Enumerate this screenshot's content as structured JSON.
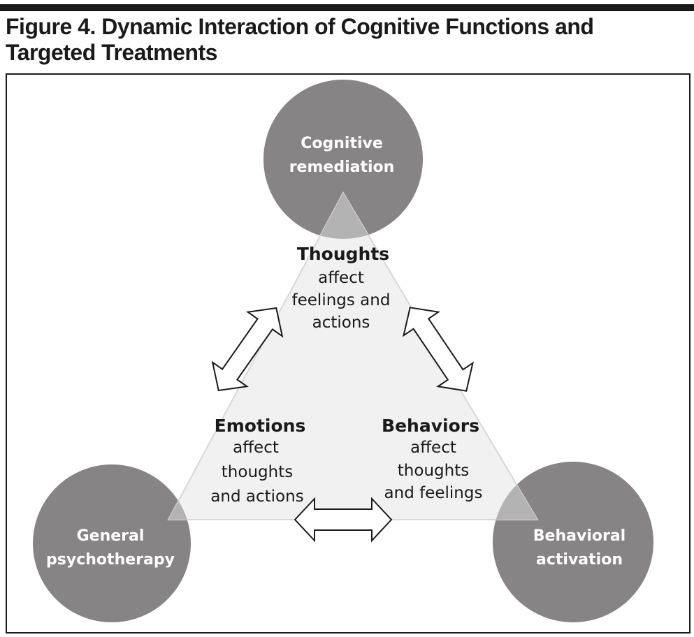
{
  "figure": {
    "title_line1": "Figure 4. Dynamic Interaction of Cognitive Functions and",
    "title_line2": "Targeted Treatments"
  },
  "colors": {
    "circle_fill": "#868485",
    "triangle_fill": "#f1f1f1",
    "overlap_fill": "#b3b3b3",
    "text_dark": "#1a1a1a",
    "text_light": "#ffffff"
  },
  "treatments": {
    "top": {
      "line1": "Cognitive",
      "line2": "remediation"
    },
    "left": {
      "line1": "General",
      "line2": "psychotherapy"
    },
    "right": {
      "line1": "Behavioral",
      "line2": "activation"
    }
  },
  "functions": {
    "thoughts": {
      "title": "Thoughts",
      "line1": "affect",
      "line2": "feelings and",
      "line3": "actions"
    },
    "emotions": {
      "title": "Emotions",
      "line1": "affect",
      "line2": "thoughts",
      "line3": "and actions"
    },
    "behaviors": {
      "title": "Behaviors",
      "line1": "affect",
      "line2": "thoughts",
      "line3": "and feelings"
    }
  },
  "arrows": [
    {
      "name": "thoughts-emotions",
      "type": "bidirectional"
    },
    {
      "name": "thoughts-behaviors",
      "type": "bidirectional"
    },
    {
      "name": "emotions-behaviors",
      "type": "bidirectional"
    }
  ]
}
